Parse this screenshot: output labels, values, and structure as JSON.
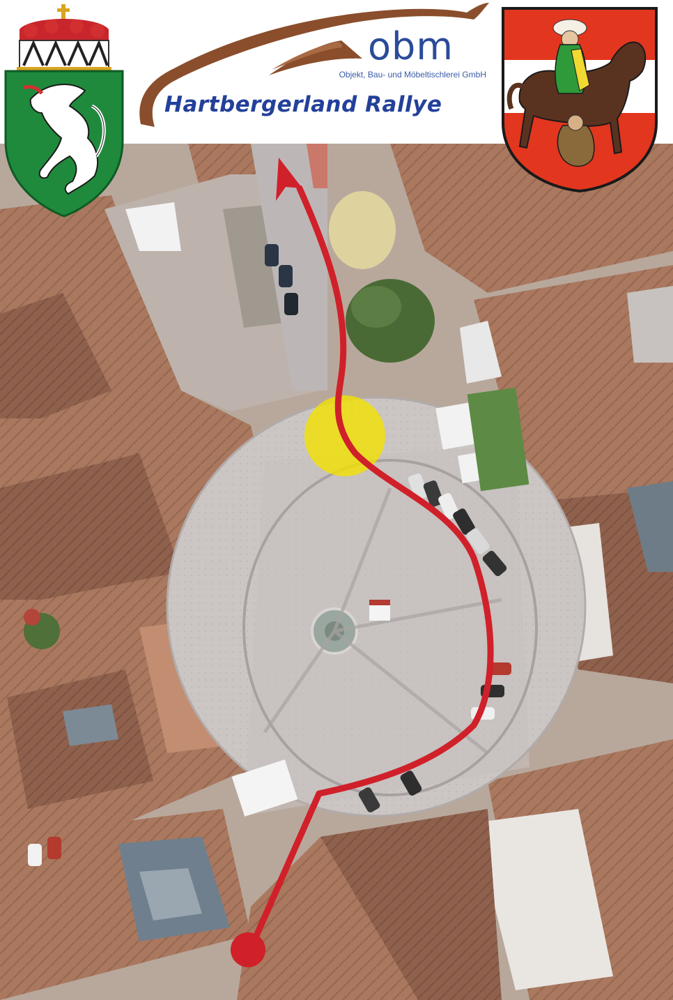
{
  "sponsor": {
    "name": "obm",
    "tagline": "Objekt, Bau- und Möbeltischlerei GmbH"
  },
  "event": {
    "title": "Hartbergerland Rallye"
  },
  "crests": {
    "left": "styria-panther-crest-icon",
    "right": "saint-martin-rider-crest-icon"
  },
  "route": {
    "color": "#d0202a",
    "start_marker": "red-dot",
    "end_marker": "arrowhead-north",
    "checkpoint_color": "#f3e100"
  },
  "colors": {
    "brand_blue": "#23409a",
    "swoosh_brown": "#8a4e2c"
  }
}
